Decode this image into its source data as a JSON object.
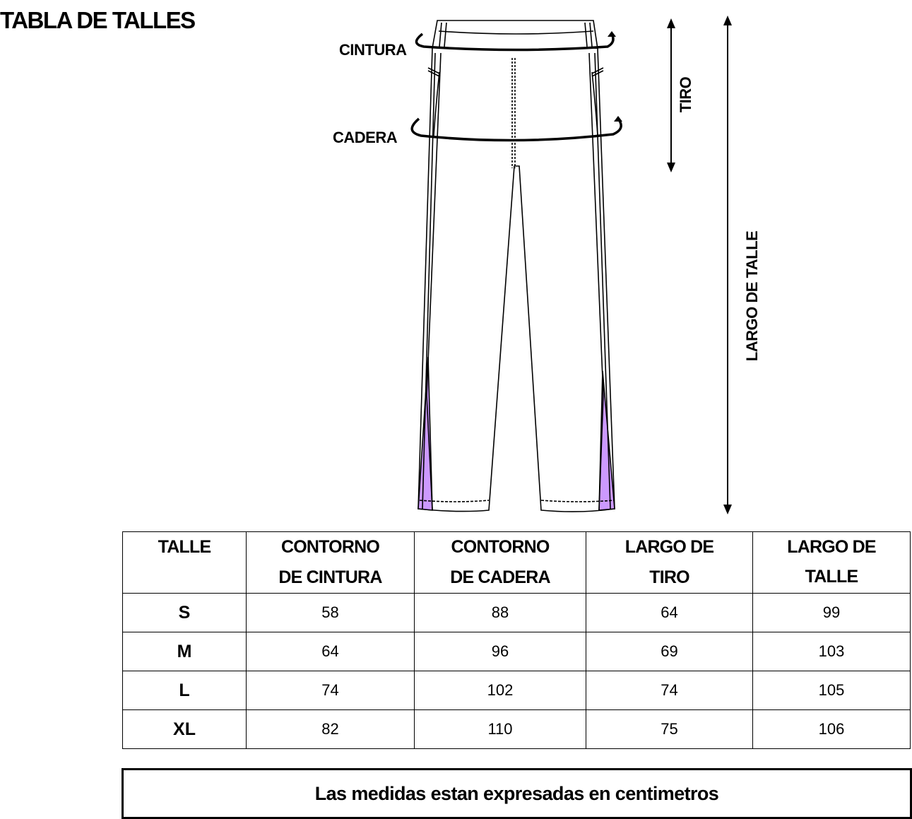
{
  "title": "TABLA DE TALLES",
  "diagram": {
    "labels": {
      "cintura": "CINTURA",
      "cadera": "CADERA",
      "tiro": "TIRO",
      "largo_talle": "LARGO DE TALLE"
    },
    "accent_color": "#cc99ff"
  },
  "table": {
    "headers": [
      [
        "TALLE",
        ""
      ],
      [
        "CONTORNO",
        "DE CINTURA"
      ],
      [
        "CONTORNO",
        "DE CADERA"
      ],
      [
        "LARGO DE",
        "TIRO"
      ],
      [
        "LARGO DE",
        "TALLE"
      ]
    ],
    "rows": [
      [
        "S",
        "58",
        "88",
        "64",
        "99"
      ],
      [
        "M",
        "64",
        "96",
        "69",
        "103"
      ],
      [
        "L",
        "74",
        "102",
        "74",
        "105"
      ],
      [
        "XL",
        "82",
        "110",
        "75",
        "106"
      ]
    ]
  },
  "note": "Las medidas estan expresadas en centimetros"
}
